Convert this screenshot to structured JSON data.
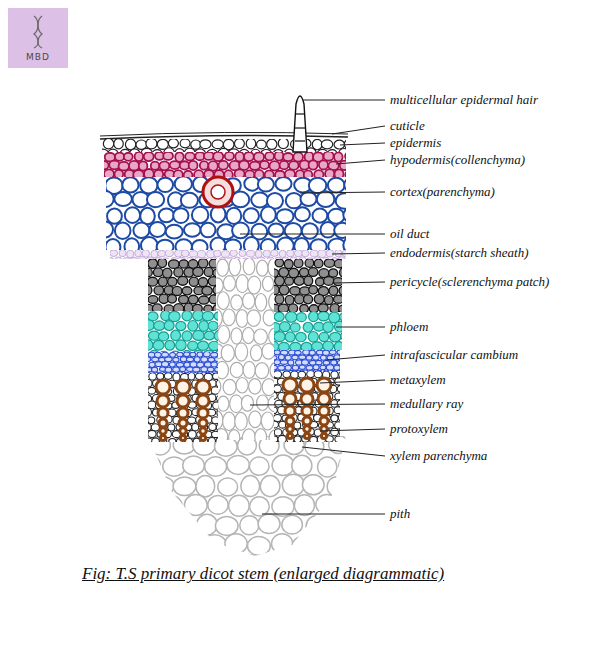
{
  "diagram": {
    "caption": "Fig: T.S primary dicot stem (enlarged diagrammatic)",
    "labels": [
      "multicellular epidermal hair",
      "cuticle",
      "epidermis",
      "hypodermis(collenchyma)",
      "cortex(parenchyma)",
      "oil duct",
      "endodermis(starch sheath)",
      "pericycle(sclerenchyma patch)",
      "phloem",
      "intrafascicular cambium",
      "metaxylem",
      "medullary ray",
      "protoxylem",
      "xylem parenchyma",
      "pith",
      "MBD"
    ]
  }
}
